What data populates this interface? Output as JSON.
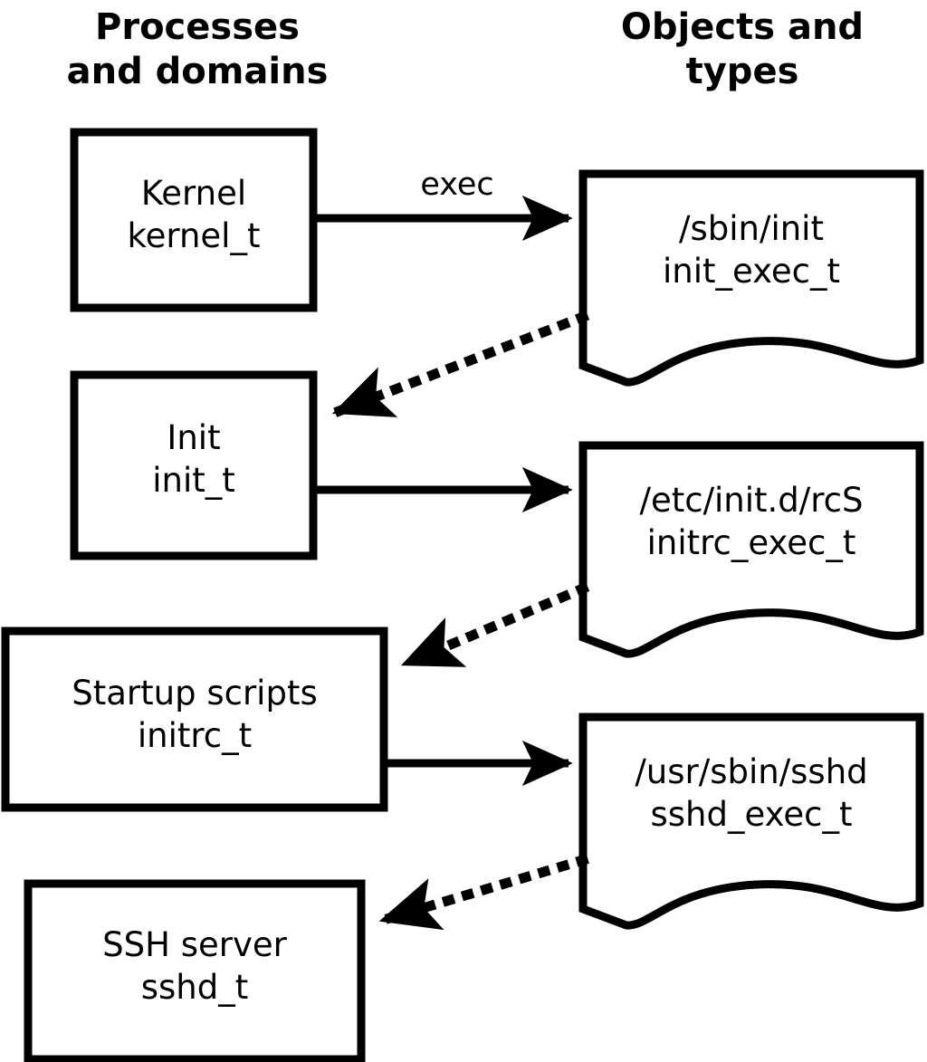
{
  "headers": {
    "left": "Processes\nand domains",
    "right": "Objects and\ntypes"
  },
  "colors": {
    "stroke": "#000000",
    "fill": "#ffffff",
    "background": "#ffffff"
  },
  "processes": [
    {
      "id": "kernel",
      "line1": "Kernel",
      "line2": "kernel_t"
    },
    {
      "id": "init",
      "line1": "Init",
      "line2": "init_t"
    },
    {
      "id": "initrc",
      "line1": "Startup scripts",
      "line2": "initrc_t"
    },
    {
      "id": "sshd",
      "line1": "SSH server",
      "line2": "sshd_t"
    }
  ],
  "objects": [
    {
      "id": "init-exec",
      "line1": "/sbin/init",
      "line2": "init_exec_t"
    },
    {
      "id": "initrc-exec",
      "line1": "/etc/init.d/rcS",
      "line2": "initrc_exec_t"
    },
    {
      "id": "sshd-exec",
      "line1": "/usr/sbin/sshd",
      "line2": "sshd_exec_t"
    }
  ],
  "edges": [
    {
      "id": "kernel-exec-init",
      "from": "kernel",
      "to": "init-exec",
      "style": "solid",
      "label": "exec"
    },
    {
      "id": "initexec-transition",
      "from": "init-exec",
      "to": "init",
      "style": "dotted",
      "label": ""
    },
    {
      "id": "init-exec-rcs",
      "from": "init",
      "to": "initrc-exec",
      "style": "solid",
      "label": ""
    },
    {
      "id": "rcsexec-transition",
      "from": "initrc-exec",
      "to": "initrc",
      "style": "dotted",
      "label": ""
    },
    {
      "id": "initrc-exec-sshd",
      "from": "initrc",
      "to": "sshd-exec",
      "style": "solid",
      "label": ""
    },
    {
      "id": "sshdexec-transition",
      "from": "sshd-exec",
      "to": "sshd",
      "style": "dotted",
      "label": ""
    }
  ]
}
